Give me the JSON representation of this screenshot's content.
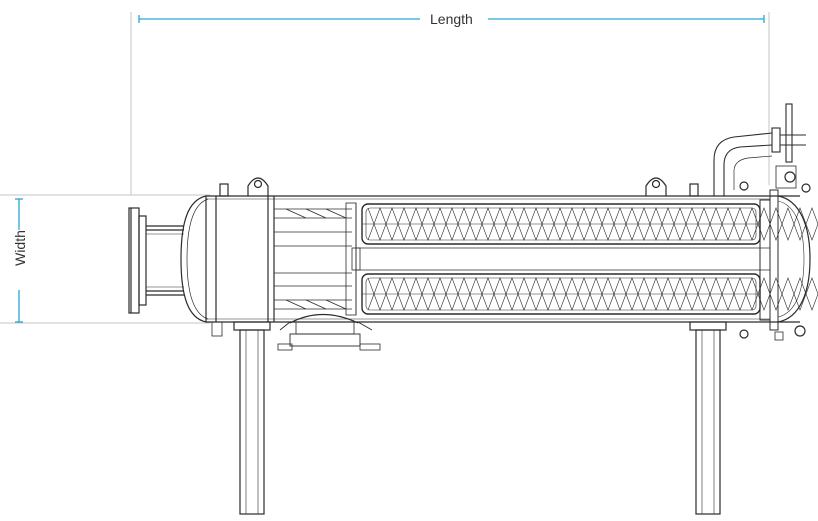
{
  "dimensions": {
    "length_label": "Length",
    "width_label": "Width"
  },
  "colors": {
    "dimension_line": "#2aa6d6",
    "drawing_line": "#2b2b2b",
    "reference_line": "#bdbdbd",
    "background": "#ffffff"
  },
  "drawing": {
    "subject": "horizontal-shell-and-tube-heat-exchanger"
  }
}
